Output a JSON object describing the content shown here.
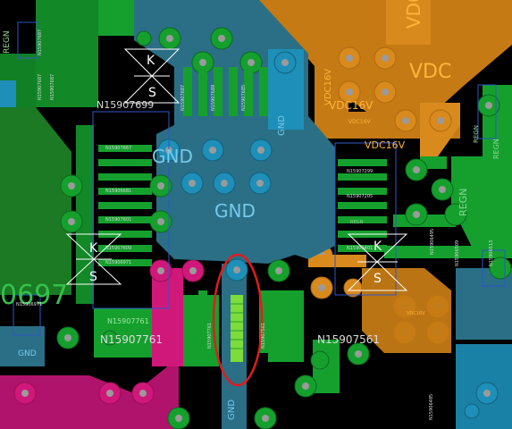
{
  "colors": {
    "background": "#000000",
    "gnd_net": "#1d8fb8",
    "gnd_plane": "#2a6f86",
    "vdc_net": "#d98a1d",
    "vdc_plane": "#c57a14",
    "signal_net": "#15a02e",
    "pink_net": "#d0187a",
    "pad_hole": "#9a9a9a",
    "highlight_ring": "#e01c1c",
    "silkscreen": "#e0e0e0"
  },
  "labels": {
    "net_gnd_center_1": "GND",
    "net_gnd_center_2": "GND",
    "net_gnd_top": "GND",
    "net_gnd_bottom": "GND",
    "net_gnd_left_small": "GND",
    "net_vdc_big": "VDC",
    "net_vdc_corner": "VDC",
    "net_vdc16v_1": "VDC16V",
    "net_vdc16v_2": "VDC16V",
    "net_vdc16v_3": "VDC16V",
    "net_vdc16v_vert": "VDC16V",
    "net_vdc16v_tiny": "VDC16V",
    "net_regn_left": "REGN",
    "net_regn_right": "REGN",
    "net_regn_right_small": "REGN",
    "net_regn_top_right": "REGN",
    "net_regn_mid": "REGN",
    "net_n15907761": "N15907761",
    "net_n15907561": "N15907561",
    "net_n15907699": "N15907699",
    "net_n15906971": "N15906971",
    "net_0697_big": "0697",
    "net_n15907687_a": "N15907687",
    "net_n15907687_b": "N15907687",
    "net_n15907687_c": "N15907687",
    "net_n15906681": "N15906681",
    "net_n15907601": "N15907601",
    "net_n15907609": "N15907609",
    "net_n15906971_b": "N15906971",
    "net_n15907667": "N15907667",
    "net_n15907299": "N15907299",
    "net_n15907205": "N15907205",
    "net_n15906495": "N15906495",
    "net_n15906513": "N15906513",
    "net_n15906509": "N15906509",
    "net_n15906485": "N15906485",
    "net_n15906401": "N15906401",
    "net_n15907761_v": "N15907761",
    "net_n15907561_v": "N15907561",
    "net_n15907761_small": "N15907761",
    "net_top_codes_1": "N15907687",
    "net_top_codes_2": "N15907689",
    "net_top_codes_3": "N15907685",
    "diode_k": "K",
    "diode_s": "S"
  }
}
